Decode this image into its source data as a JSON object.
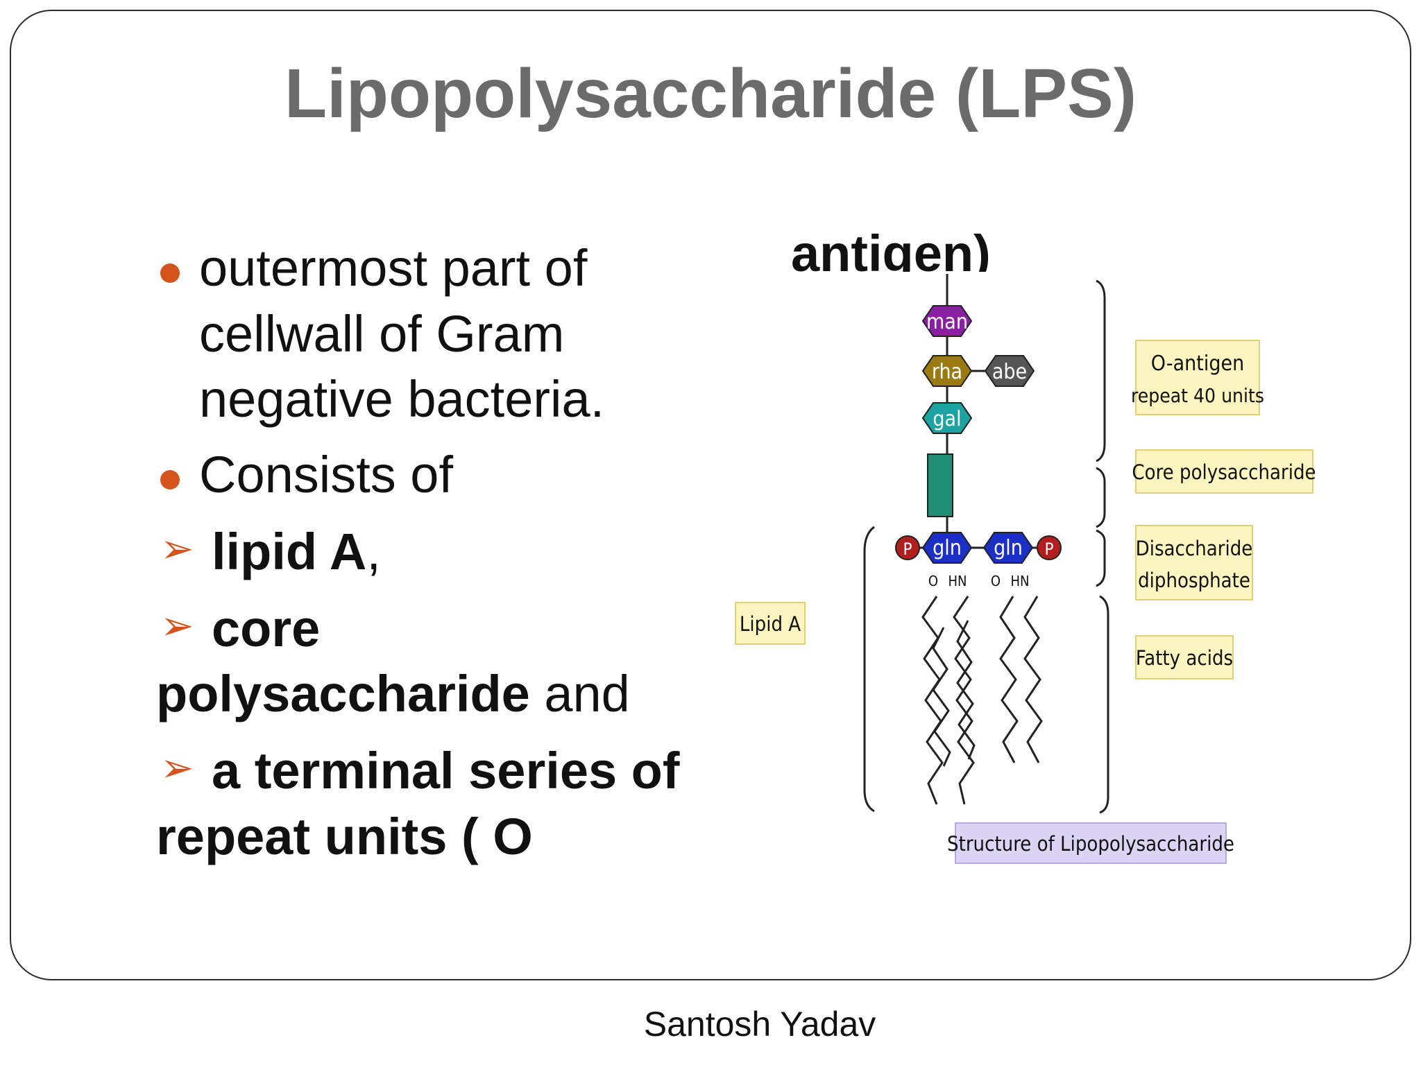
{
  "slide": {
    "title": "Lipopolysaccharide (LPS)",
    "footer": "Santosh Yadav",
    "cut_fragment": "antigen)"
  },
  "bullets": {
    "b1_line1": "outermost part of",
    "b1_line2": "cellwall of Gram",
    "b1_line3": "negative bacteria.",
    "b2": "Consists  of",
    "a1_bold": "lipid A",
    "a1_tail": ",",
    "a2_line1": "core",
    "a2_line2_bold": "polysaccharide",
    "a2_line2_tail": "and",
    "a3_line1": "a terminal series of",
    "a3_line2": "repeat units ( O"
  },
  "diagram": {
    "sugars": {
      "man": "man",
      "rha": "rha",
      "abe": "abe",
      "gal": "gal",
      "gln_left": "gln",
      "gln_right": "gln"
    },
    "phosphate": "P",
    "linkers": {
      "o1": "O",
      "hn1": "HN",
      "o2": "O",
      "hn2": "HN"
    },
    "labels": {
      "o_antigen": "O-antigen",
      "repeat": "repeat 40 units",
      "core": "Core polysaccharide",
      "disaccharide": "Disaccharide",
      "diphosphate": "diphosphate",
      "fatty_acids": "Fatty acids",
      "lipid_a": "Lipid A",
      "caption": "Structure of Lipopolysaccharide"
    },
    "colors": {
      "man": "#8a1fa3",
      "rha": "#9c7a12",
      "abe": "#555555",
      "gal": "#1ea3a3",
      "core": "#1f8f76",
      "gln": "#1c2fc4",
      "phosphate": "#b01e1e",
      "label_bg": "#fdf5c0",
      "caption_bg": "#dcd4f5"
    }
  }
}
